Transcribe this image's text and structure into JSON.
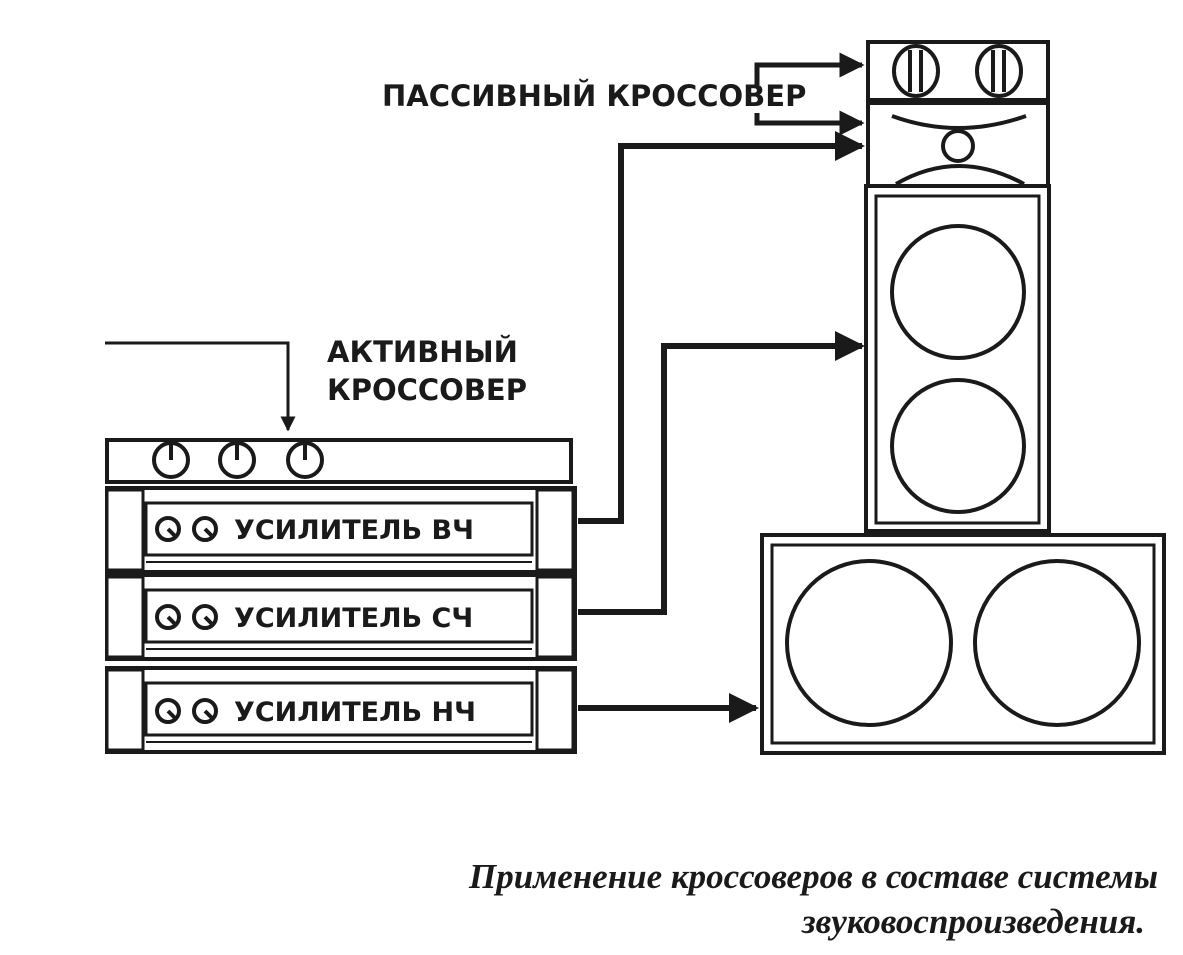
{
  "labels": {
    "passive_crossover": "ПАССИВНЫЙ КРОССОВЕР",
    "active_crossover_line1": "АКТИВНЫЙ",
    "active_crossover_line2": "КРОССОВЕР"
  },
  "amplifiers": [
    {
      "label": "УСИЛИТЕЛЬ ВЧ"
    },
    {
      "label": "УСИЛИТЕЛЬ СЧ"
    },
    {
      "label": "УСИЛИТЕЛЬ НЧ"
    }
  ],
  "caption": {
    "line1": "Применение кроссоверов в составе системы",
    "line2": "звуковоспроизведения."
  },
  "colors": {
    "ink": "#1a1a1a",
    "paper": "#ffffff"
  }
}
